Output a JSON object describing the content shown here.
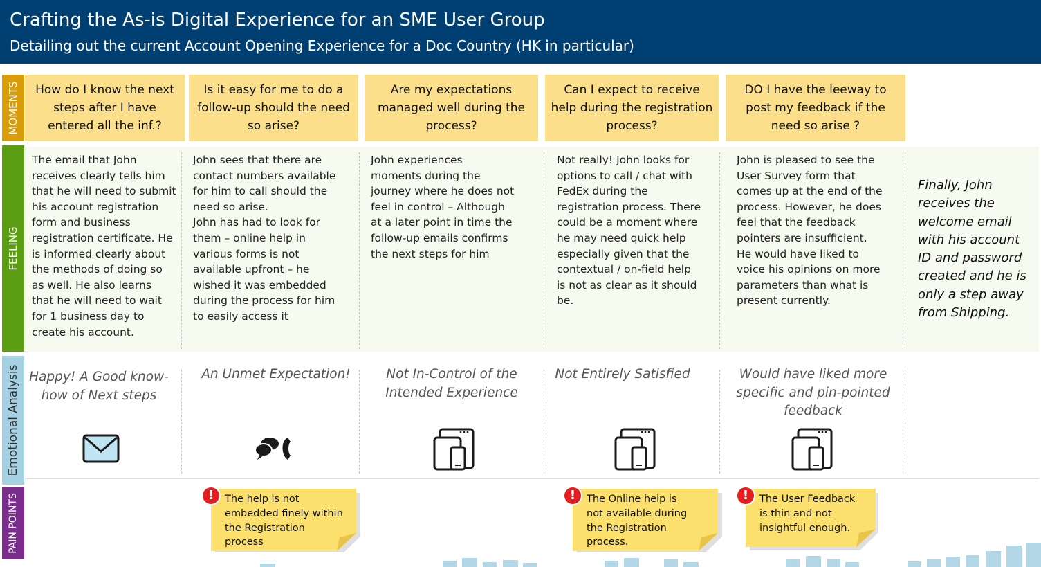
{
  "header": {
    "title": "Crafting the As-is Digital Experience for an SME User Group",
    "subtitle": "Detailing out the current Account Opening Experience for a Doc Country (HK in particular)"
  },
  "lanes": {
    "moments": "MOMENTS",
    "feeling": "FEELING",
    "emotion": "Emotional Analysis",
    "pain": "PAIN POINTS"
  },
  "moments": [
    "How do I know the next steps after I have entered all the inf.?",
    "Is it easy for me to do a follow-up should the need so arise?",
    "Are my expectations managed well during the process?",
    "Can I expect to receive help during the registration process?",
    "DO I have the leeway to post my feedback if the need so arise ?"
  ],
  "feelings": [
    "The email that John\nreceives clearly tells him\nthat he will need to submit\nhis account registration\nform and business\nregistration certificate. He\nis informed clearly about\nthe methods of doing so\nas well.  He also learns\nthat he will need to wait\nfor 1 business day to\ncreate his account.",
    "John sees that there are\ncontact numbers available\nfor him to call should the\nneed so arise.\nJohn has had to look for\nthem – online help in\nvarious forms is not\navailable upfront – he\nwished it was embedded\nduring the process for him\nto easily access it",
    "John experiences\nmoments during the\njourney where he does not\nfeel in control – Although\nat a later point in time the\nfollow-up emails confirms\nthe next steps for him",
    "Not really! John looks for\noptions to call / chat with\nFedEx during the\nregistration process. There\ncould be a moment where\nhe may need quick help\nespecially given that the\ncontextual / on-field help\nis not as clear as it should\nbe.",
    "John is pleased to see the\nUser Survey form that\ncomes up at the end of the\nprocess. However, he does\nfeel that the feedback\npointers are insufficient.\nHe would have liked to\nvoice his opinions on more\nparameters than what is\npresent currently."
  ],
  "final_note": "Finally, John\nreceives the\nwelcome email\nwith his account\nID and password\ncreated and he is\nonly a step away\nfrom Shipping.",
  "emotions": [
    "Happy! A Good know-\nhow of Next steps",
    "An Unmet Expectation!",
    "Not In-Control of the\nIntended Experience",
    "Not Entirely Satisfied",
    "Would have liked more\nspecific and pin-pointed\nfeedback"
  ],
  "icons": [
    "envelope-icon",
    "chat-phone-icon",
    "devices-icon",
    "devices-icon",
    "devices-icon"
  ],
  "pain_points": [
    "The help is not\nembedded finely within\nthe Registration\nprocess",
    "The Online help is\nnot available during\nthe Registration\nprocess.",
    "The User Feedback\nis thin and not\ninsightful enough."
  ],
  "colors": {
    "header": "#003f72",
    "moments_lane": "#d89c0c",
    "feeling_lane": "#5a9d12",
    "emotion_lane": "#a6d1e3",
    "pain_lane": "#7a2d8c",
    "moment_card": "#fbdf8a",
    "sticky_note": "#fbe06e",
    "alert": "#e31e1e"
  }
}
